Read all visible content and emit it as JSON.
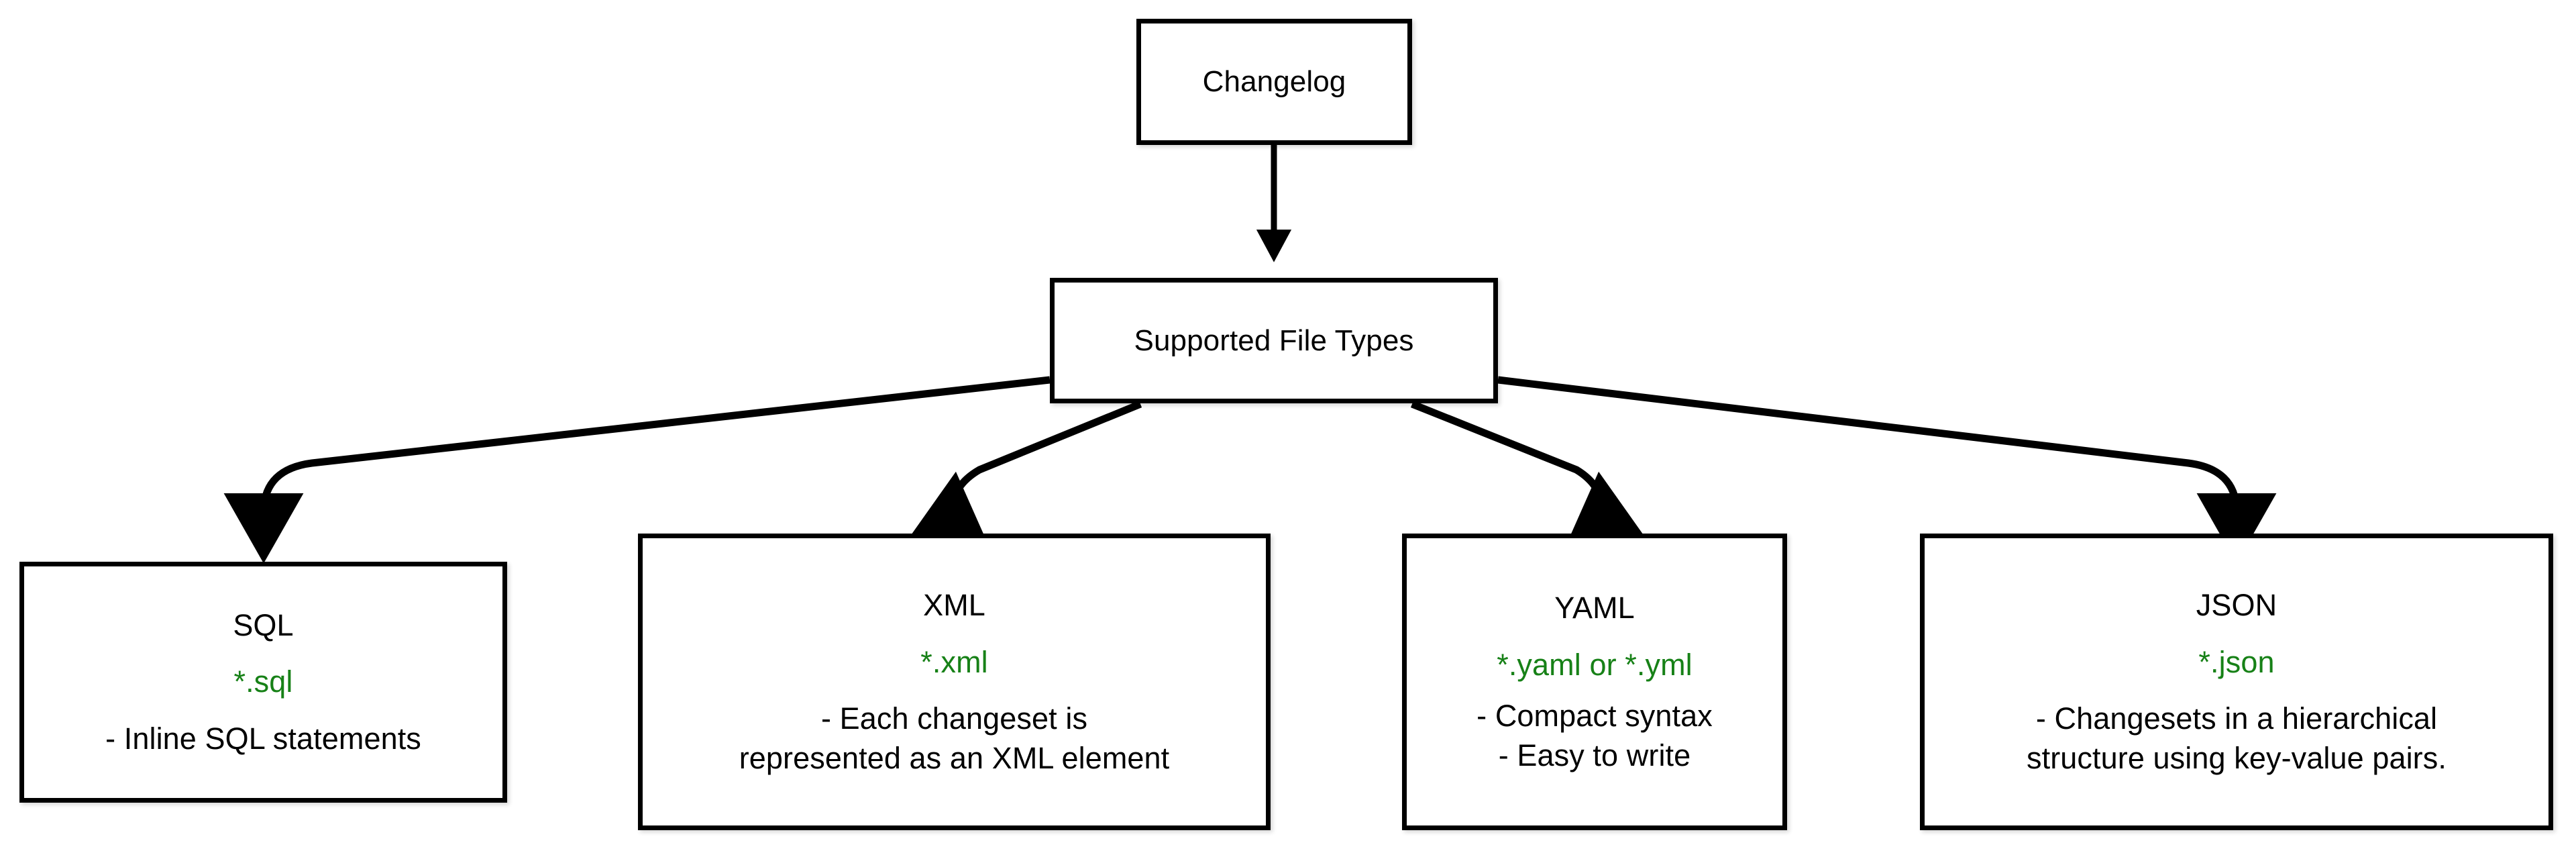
{
  "diagram": {
    "title": "Changelog Supported File Types",
    "background_color": "#ffffff",
    "stroke_color": "#000000",
    "accent_color": "#178117",
    "nodes": {
      "changelog": {
        "label": "Changelog"
      },
      "supported": {
        "label": "Supported File Types"
      },
      "sql": {
        "title": "SQL",
        "extension": "*.sql",
        "description": "- Inline SQL statements"
      },
      "xml": {
        "title": "XML",
        "extension": "*.xml",
        "description_line1": "- Each changeset is",
        "description_line2": "represented as an XML element"
      },
      "yaml": {
        "title": "YAML",
        "extension": "*.yaml or *.yml",
        "description_line1": "- Compact syntax",
        "description_line2": "- Easy to write"
      },
      "json": {
        "title": "JSON",
        "extension": "*.json",
        "description_line1": "- Changesets in a hierarchical",
        "description_line2": "structure using key-value pairs."
      }
    },
    "edges": [
      {
        "from": "Changelog",
        "to": "Supported File Types",
        "arrow": "down"
      },
      {
        "from": "Supported File Types",
        "to": "SQL",
        "arrow": "down"
      },
      {
        "from": "Supported File Types",
        "to": "XML",
        "arrow": "down"
      },
      {
        "from": "Supported File Types",
        "to": "YAML",
        "arrow": "down"
      },
      {
        "from": "Supported File Types",
        "to": "JSON",
        "arrow": "down"
      }
    ]
  }
}
